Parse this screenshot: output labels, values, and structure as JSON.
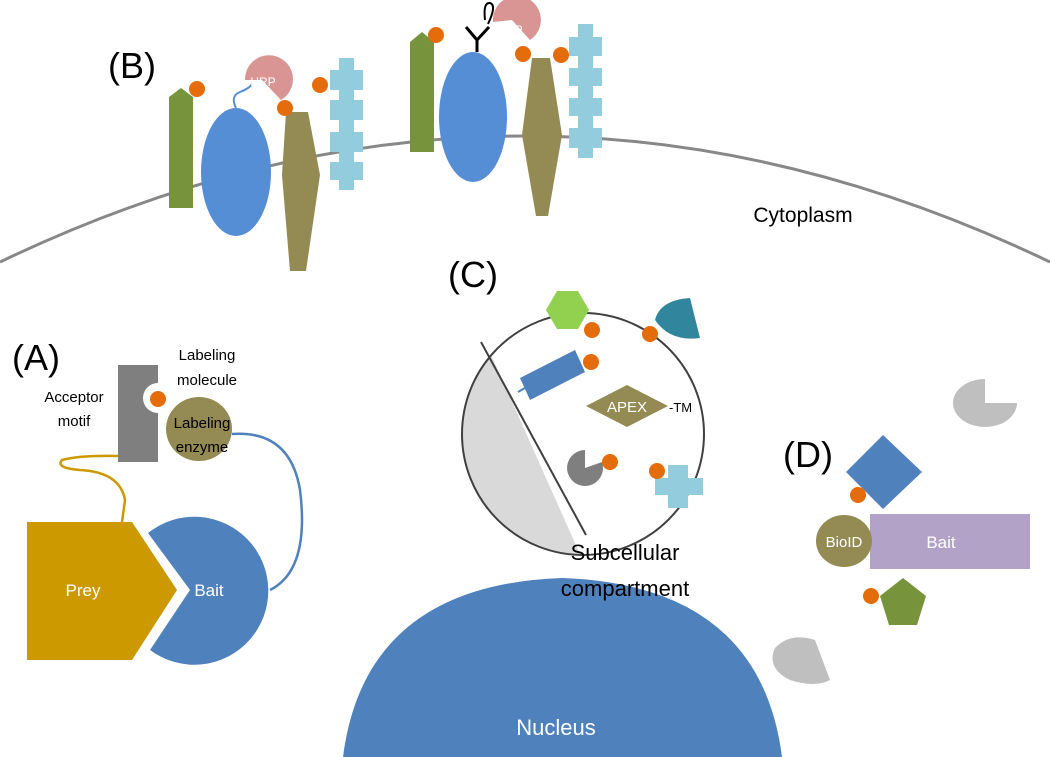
{
  "panels": {
    "a": "(A)",
    "b": "(B)",
    "c": "(C)",
    "d": "(D)"
  },
  "labels": {
    "cytoplasm": "Cytoplasm",
    "nucleus": "Nucleus",
    "subcellular_line1": "Subcellular",
    "subcellular_line2": "compartment",
    "acceptor_line1": "Acceptor",
    "acceptor_line2": "motif",
    "labeling_molecule_line1": "Labeling",
    "labeling_molecule_line2": "molecule",
    "labeling_enzyme_line1": "Labeling",
    "labeling_enzyme_line2": "enzyme",
    "prey": "Prey",
    "bait_a": "Bait",
    "bait_d": "Bait",
    "bioid": "BioID",
    "apex": "APEX",
    "tm": "-TM",
    "hrp_1": "HRP",
    "hrp_2": "HRP"
  },
  "colors": {
    "membrane": "#888888",
    "nucleus": "#4f81bd",
    "label_dot": "#e46c0a",
    "green_protein": "#77933c",
    "blue_protein": "#558ed5",
    "olive_protein": "#948a54",
    "lightblue_protein": "#93cddd",
    "hrp": "#d99594",
    "prey": "#cc9900",
    "bait": "#4f81bd",
    "bioid": "#948a54",
    "bait_d": "#b3a2c7",
    "acceptor_grey": "#7f7f7f",
    "compartment_grey": "#d9d9d9"
  }
}
